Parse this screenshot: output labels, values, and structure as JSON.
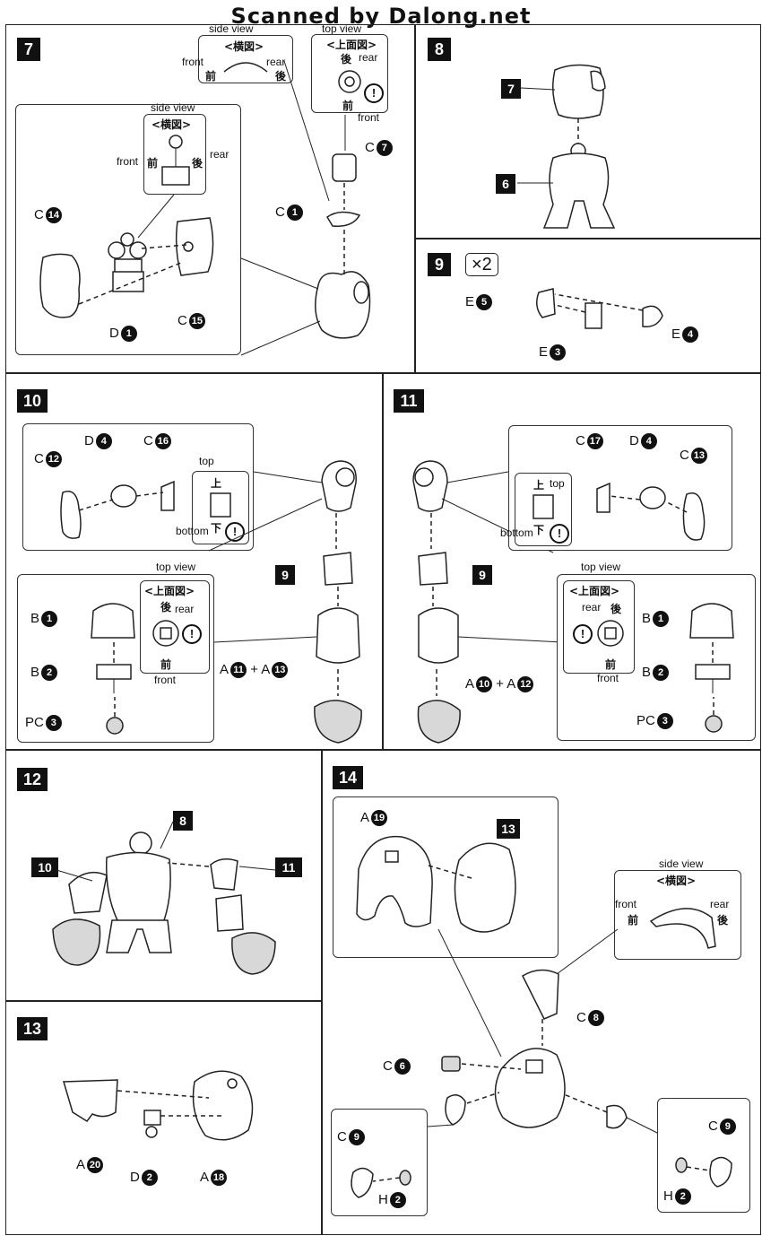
{
  "header": "Scanned by Dalong.net",
  "steps": {
    "s7": {
      "number": "7",
      "side_view_top": {
        "title": "side view",
        "jp": "<横図>",
        "front": "front",
        "front_jp": "前",
        "rear": "rear",
        "rear_jp": "後"
      },
      "top_view": {
        "title": "top view",
        "jp": "<上面図>",
        "rear_jp": "後",
        "rear": "rear",
        "front_jp": "前",
        "front": "front"
      },
      "side_view_inset": {
        "title": "side view",
        "jp": "<横図>",
        "front": "front",
        "front_jp": "前",
        "rear": "rear",
        "rear_jp": "後"
      },
      "parts": {
        "c14": "C",
        "c14_num": "14",
        "d1": "D",
        "d1_num": "1",
        "c15": "C",
        "c15_num": "15",
        "c1": "C",
        "c1_num": "1",
        "c7": "C",
        "c7_num": "7"
      }
    },
    "s8": {
      "number": "8",
      "ref_upper": "7",
      "ref_lower": "6"
    },
    "s9": {
      "number": "9",
      "multiplier": "×2",
      "parts": {
        "e5": "E",
        "e5_num": "5",
        "e3": "E",
        "e3_num": "3",
        "e4": "E",
        "e4_num": "4"
      }
    },
    "s10": {
      "number": "10",
      "top_label": "top",
      "top_jp": "上",
      "bottom_label": "bottom",
      "bottom_jp": "下",
      "top_view": {
        "title": "top view",
        "jp": "<上面図>",
        "rear_jp": "後",
        "rear": "rear",
        "front_jp": "前",
        "front": "front"
      },
      "ref_sub": "9",
      "parts": {
        "c12": "C",
        "c12_num": "12",
        "d4": "D",
        "d4_num": "4",
        "c16": "C",
        "c16_num": "16",
        "b1": "B",
        "b1_num": "1",
        "b2": "B",
        "b2_num": "2",
        "pc3": "PC",
        "pc3_num": "3",
        "a11": "A",
        "a11_num": "11",
        "plus": "+",
        "a13": "A",
        "a13_num": "13"
      }
    },
    "s11": {
      "number": "11",
      "top_label": "top",
      "top_jp": "上",
      "bottom_label": "bottom",
      "bottom_jp": "下",
      "top_view": {
        "title": "top view",
        "jp": "<上面図>",
        "rear_jp": "後",
        "rear": "rear",
        "front_jp": "前",
        "front": "front"
      },
      "ref_sub": "9",
      "parts": {
        "c17": "C",
        "c17_num": "17",
        "d4": "D",
        "d4_num": "4",
        "c13": "C",
        "c13_num": "13",
        "b1": "B",
        "b1_num": "1",
        "b2": "B",
        "b2_num": "2",
        "pc3": "PC",
        "pc3_num": "3",
        "a10": "A",
        "a10_num": "10",
        "plus": "+",
        "a12": "A",
        "a12_num": "12"
      }
    },
    "s12": {
      "number": "12",
      "ref_8": "8",
      "ref_10": "10",
      "ref_11": "11"
    },
    "s13": {
      "number": "13",
      "parts": {
        "a20": "A",
        "a20_num": "20",
        "d2": "D",
        "d2_num": "2",
        "a18": "A",
        "a18_num": "18"
      }
    },
    "s14": {
      "number": "14",
      "ref_13": "13",
      "side_view": {
        "title": "side view",
        "jp": "<横図>",
        "front": "front",
        "front_jp": "前",
        "rear": "rear",
        "rear_jp": "後"
      },
      "parts": {
        "a19": "A",
        "a19_num": "19",
        "c8": "C",
        "c8_num": "8",
        "c6": "C",
        "c6_num": "6",
        "c9a": "C",
        "c9a_num": "9",
        "h2a": "H",
        "h2a_num": "2",
        "c9b": "C",
        "c9b_num": "9",
        "h2b": "H",
        "h2b_num": "2"
      }
    }
  },
  "warning_symbol": "!"
}
